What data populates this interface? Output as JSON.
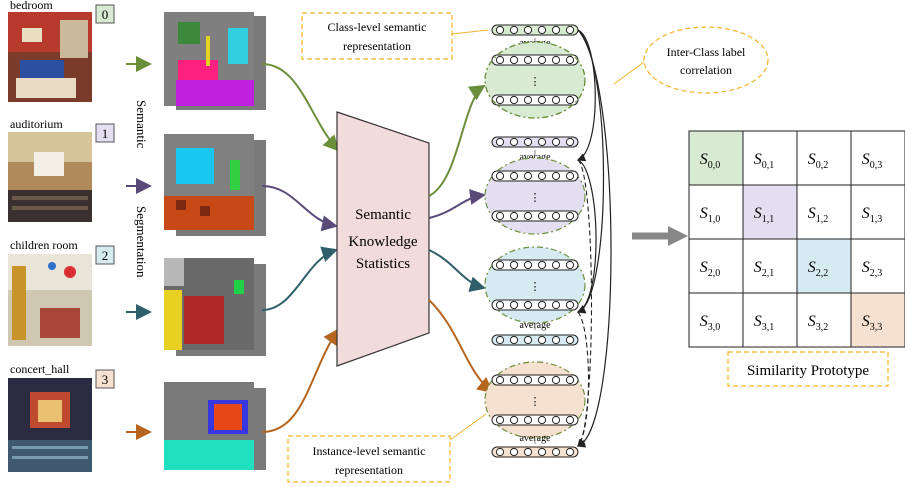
{
  "scenes": [
    {
      "label": "bedroom",
      "index": "0",
      "badge_color": "#d9ead3"
    },
    {
      "label": "auditorium",
      "index": "1",
      "badge_color": "#e4dff0"
    },
    {
      "label": "children room",
      "index": "2",
      "badge_color": "#d6eaf2"
    },
    {
      "label": "concert_hall",
      "index": "3",
      "badge_color": "#f6e0cf"
    }
  ],
  "segmentation_label": {
    "line1": "Semantic",
    "line2": "Segmentation"
  },
  "statistics_label": {
    "line1": "Semantic",
    "line2": "Knowledge",
    "line3": "Statistics"
  },
  "class_level_label": {
    "line1": "Class-level semantic",
    "line2": "representation"
  },
  "instance_level_label": {
    "line1": "Instance-level semantic",
    "line2": "representation"
  },
  "inter_class_label": {
    "line1": "Inter-Class label",
    "line2": "correlation"
  },
  "average_label": "average",
  "dots_label": "⋮",
  "matrix": {
    "caption": "Similarity Prototype",
    "rows": [
      [
        "S0,0",
        "S0,1",
        "S0,2",
        "S0,3"
      ],
      [
        "S1,0",
        "S1,1",
        "S1,2",
        "S1,3"
      ],
      [
        "S2,0",
        "S2,1",
        "S2,2",
        "S2,3"
      ],
      [
        "S3,0",
        "S3,1",
        "S3,2",
        "S3,3"
      ]
    ],
    "cells": [
      [
        {
          "base": "S",
          "sub": "0,0"
        },
        {
          "base": "S",
          "sub": "0,1"
        },
        {
          "base": "S",
          "sub": "0,2"
        },
        {
          "base": "S",
          "sub": "0,3"
        }
      ],
      [
        {
          "base": "S",
          "sub": "1,0"
        },
        {
          "base": "S",
          "sub": "1,1"
        },
        {
          "base": "S",
          "sub": "1,2"
        },
        {
          "base": "S",
          "sub": "1,3"
        }
      ],
      [
        {
          "base": "S",
          "sub": "2,0"
        },
        {
          "base": "S",
          "sub": "2,1"
        },
        {
          "base": "S",
          "sub": "2,2"
        },
        {
          "base": "S",
          "sub": "2,3"
        }
      ],
      [
        {
          "base": "S",
          "sub": "3,0"
        },
        {
          "base": "S",
          "sub": "3,1"
        },
        {
          "base": "S",
          "sub": "3,2"
        },
        {
          "base": "S",
          "sub": "3,3"
        }
      ]
    ]
  },
  "colors": {
    "green": "#6b8e3a",
    "purple": "#5a4a7a",
    "teal": "#2f5f6a",
    "orange": "#b5651d",
    "green_fill": "#d9ead3",
    "purple_fill": "#e4dff0",
    "blue_fill": "#d6eaf2",
    "orange_fill": "#f6e0cf",
    "trapezoid_fill": "#f2dcdb",
    "callout_border": "#f0b429"
  }
}
